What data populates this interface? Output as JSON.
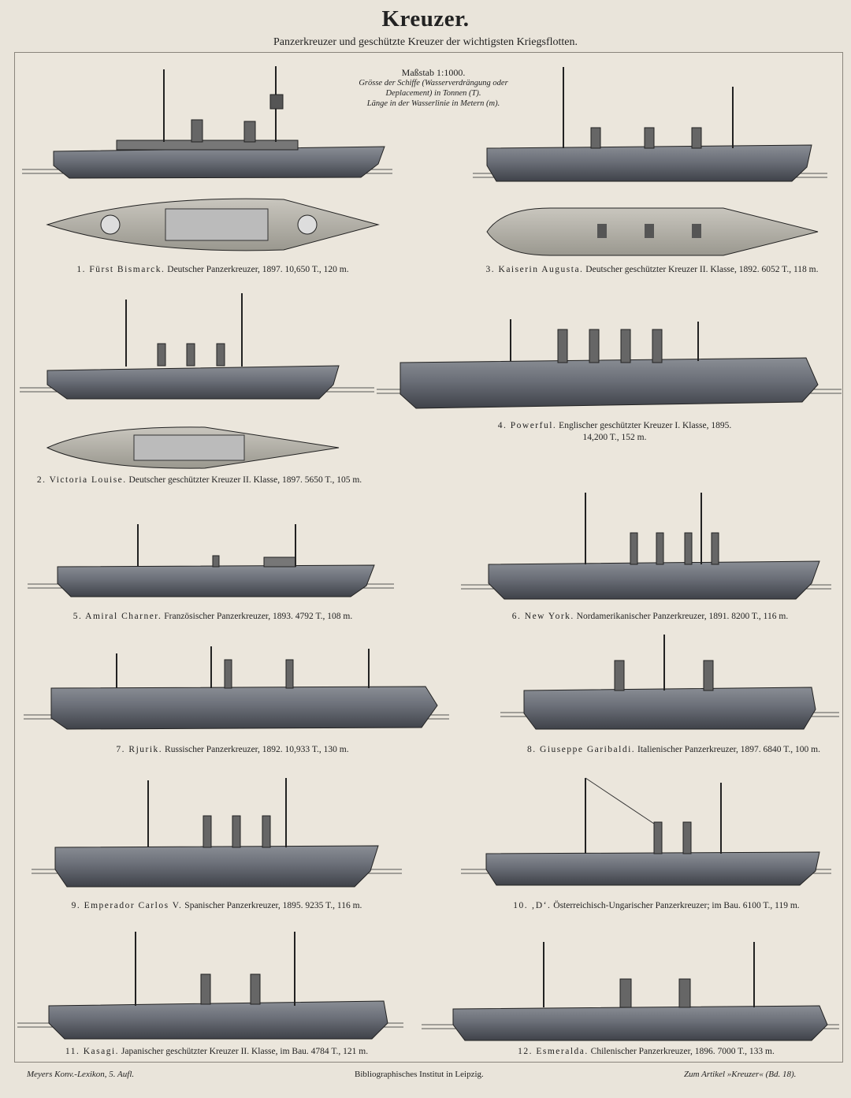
{
  "header": {
    "title": "Kreuzer.",
    "subtitle": "Panzerkreuzer und geschützte Kreuzer der wichtigsten Kriegsflotten."
  },
  "scale": {
    "label": "Maßstab 1:1000.",
    "line1": "Grösse der Schiffe (Wasserverdrängung oder",
    "line2": "Deplacement) in Tonnen (T).",
    "line3": "Länge in der Wasserlinie in Metern (m)."
  },
  "ships": [
    {
      "name": "1. Fürst Bismarck.",
      "desc": "Deutscher Panzerkreuzer, 1897.  10,650 T., 120 m."
    },
    {
      "name": "2. Victoria Louise.",
      "desc": "Deutscher geschützter Kreuzer II. Klasse, 1897. 5650 T., 105 m."
    },
    {
      "name": "3. Kaiserin Augusta.",
      "desc": "Deutscher geschützter Kreuzer II. Klasse, 1892.  6052 T., 118 m."
    },
    {
      "name": "4. Powerful.",
      "desc": "Englischer geschützter Kreuzer I. Klasse, 1895.",
      "desc2": "14,200 T., 152 m."
    },
    {
      "name": "5. Amiral Charner.",
      "desc": "Französischer Panzerkreuzer, 1893.  4792 T., 108 m."
    },
    {
      "name": "6. New York.",
      "desc": "Nordamerikanischer Panzerkreuzer, 1891.  8200 T., 116 m."
    },
    {
      "name": "7. Rjurik.",
      "desc": "Russischer Panzerkreuzer, 1892.  10,933 T., 130 m."
    },
    {
      "name": "8. Giuseppe Garibaldi.",
      "desc": "Italienischer Panzerkreuzer, 1897.  6840 T., 100 m."
    },
    {
      "name": "9. Emperador Carlos V.",
      "desc": "Spanischer Panzerkreuzer, 1895.  9235 T., 116 m."
    },
    {
      "name": "10. ‚D‘.",
      "desc": "Österreichisch-Ungarischer Panzerkreuzer; im Bau.  6100 T., 119 m."
    },
    {
      "name": "11. Kasagi.",
      "desc": "Japanischer geschützter Kreuzer II. Klasse, im Bau.  4784 T., 121 m."
    },
    {
      "name": "12. Esmeralda.",
      "desc": "Chilenischer Panzerkreuzer, 1896.  7000 T., 133 m."
    }
  ],
  "footer": {
    "left": "Meyers Konv.-Lexikon, 5. Aufl.",
    "center": "Bibliographisches Institut in Leipzig.",
    "right": "Zum Artikel »Kreuzer« (Bd. 18)."
  },
  "colors": {
    "paper": "#ebe6dc",
    "hull": "#6b7078",
    "hull_dark": "#4a4e55",
    "water": "#5a5a5a"
  }
}
